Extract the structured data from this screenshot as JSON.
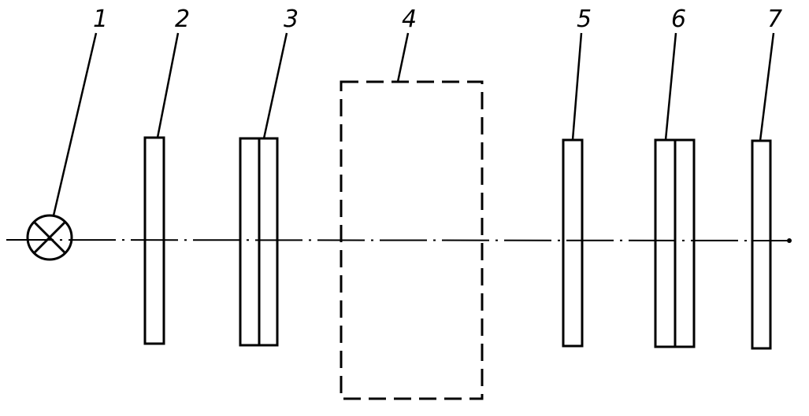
{
  "diagram": {
    "labels": [
      {
        "id": "1",
        "text": "1",
        "component": "light-source"
      },
      {
        "id": "2",
        "text": "2",
        "component": "single-plate"
      },
      {
        "id": "3",
        "text": "3",
        "component": "double-plate"
      },
      {
        "id": "4",
        "text": "4",
        "component": "dashed-sample-region"
      },
      {
        "id": "5",
        "text": "5",
        "component": "single-plate"
      },
      {
        "id": "6",
        "text": "6",
        "component": "double-plate"
      },
      {
        "id": "7",
        "text": "7",
        "component": "single-plate"
      }
    ],
    "colors": {
      "ink": "#000000",
      "background": "#ffffff"
    }
  }
}
